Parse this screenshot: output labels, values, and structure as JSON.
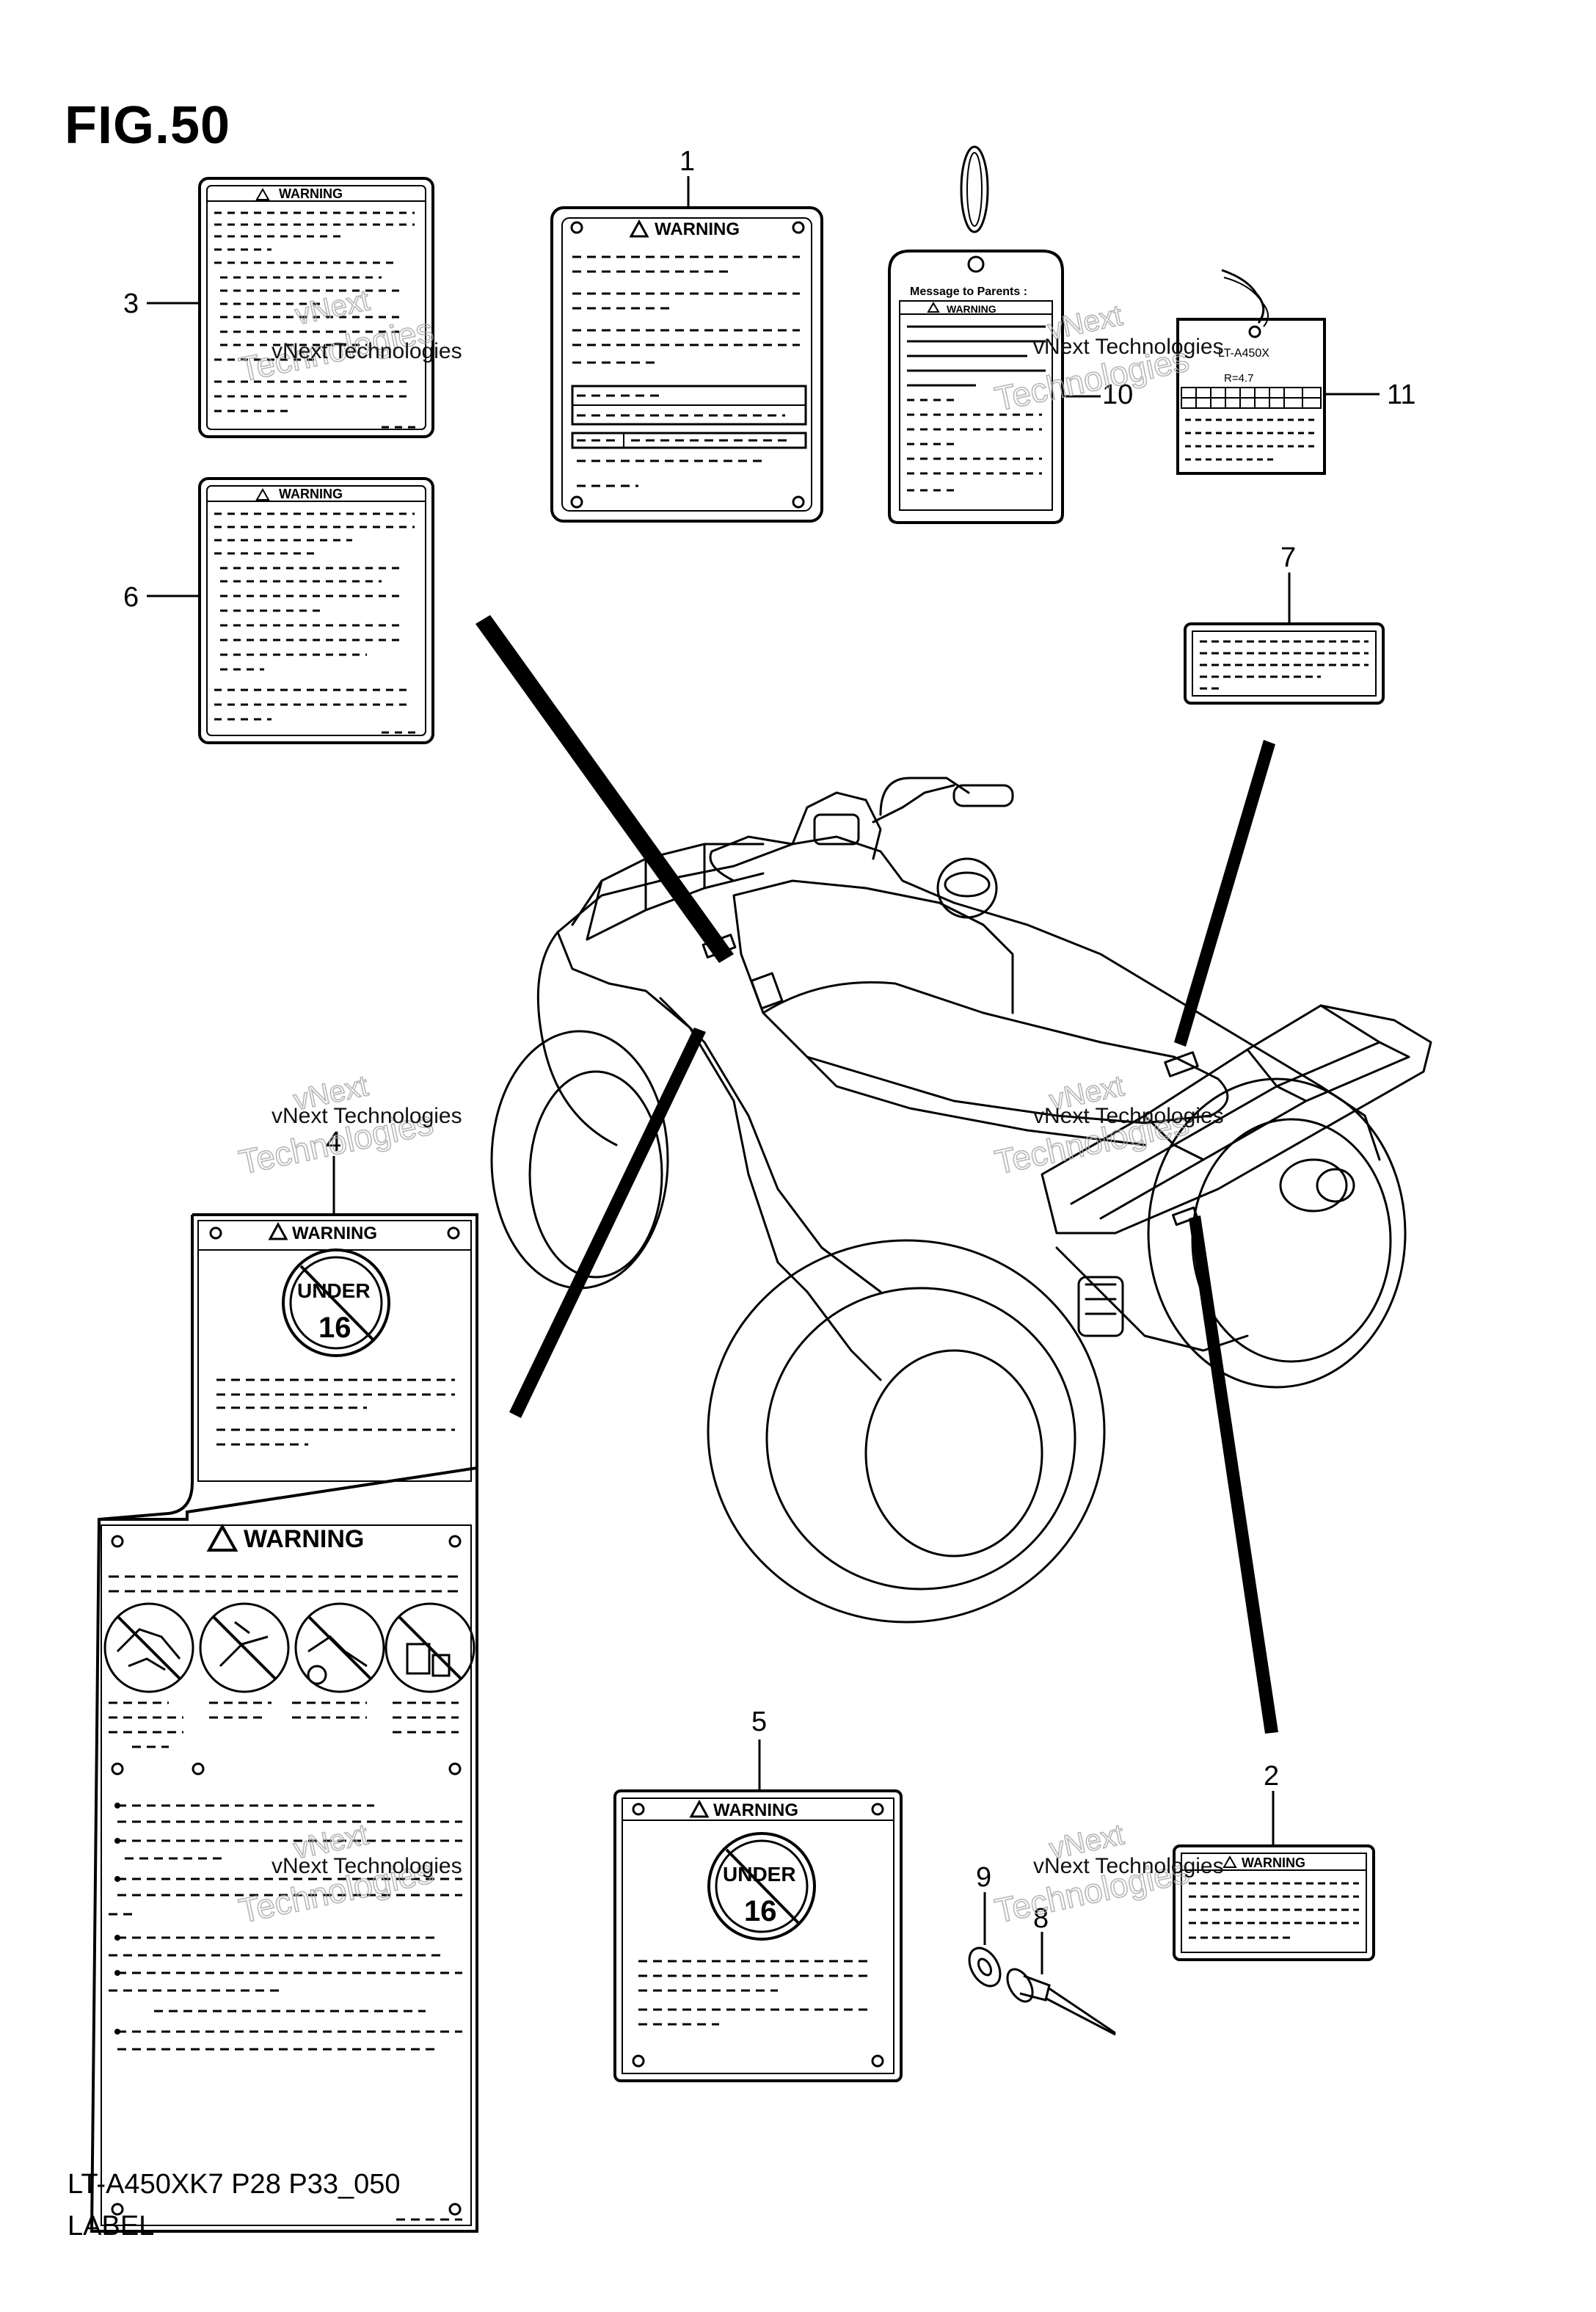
{
  "figure": {
    "title": "FIG.50",
    "model_code": "LT-A450XK7 P28 P33_050",
    "section": "LABEL"
  },
  "callouts": [
    "1",
    "2",
    "3",
    "4",
    "5",
    "6",
    "7",
    "8",
    "9",
    "10",
    "11"
  ],
  "labels": {
    "warning": "WARNING",
    "parents_message": "Message to Parents :",
    "under": "UNDER",
    "age": "16",
    "tag_model": "LT-A450X",
    "tag_ratio": "R=4.7"
  },
  "watermark": {
    "line1": "vNext Technologies",
    "line2": "vNext",
    "line3": "Technologies"
  }
}
